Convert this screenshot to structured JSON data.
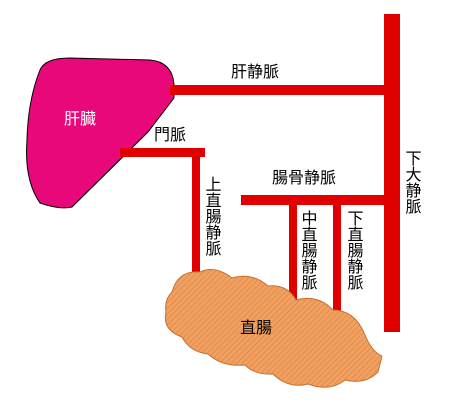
{
  "diagram": {
    "organs": {
      "liver": {
        "label": "肝臓",
        "color": "#e8087a"
      },
      "rectum": {
        "label": "直腸",
        "color": "#f0a060"
      }
    },
    "vessels": {
      "color": "#e00000",
      "hepatic_vein": "肝静脈",
      "portal_vein": "門脈",
      "inferior_vena_cava": "下大静脈",
      "superior_rectal_vein": "上直腸静脈",
      "internal_iliac_vein": "腸骨静脈",
      "middle_rectal_vein": "中直腸静脈",
      "inferior_rectal_vein": "下直腸静脈"
    }
  }
}
